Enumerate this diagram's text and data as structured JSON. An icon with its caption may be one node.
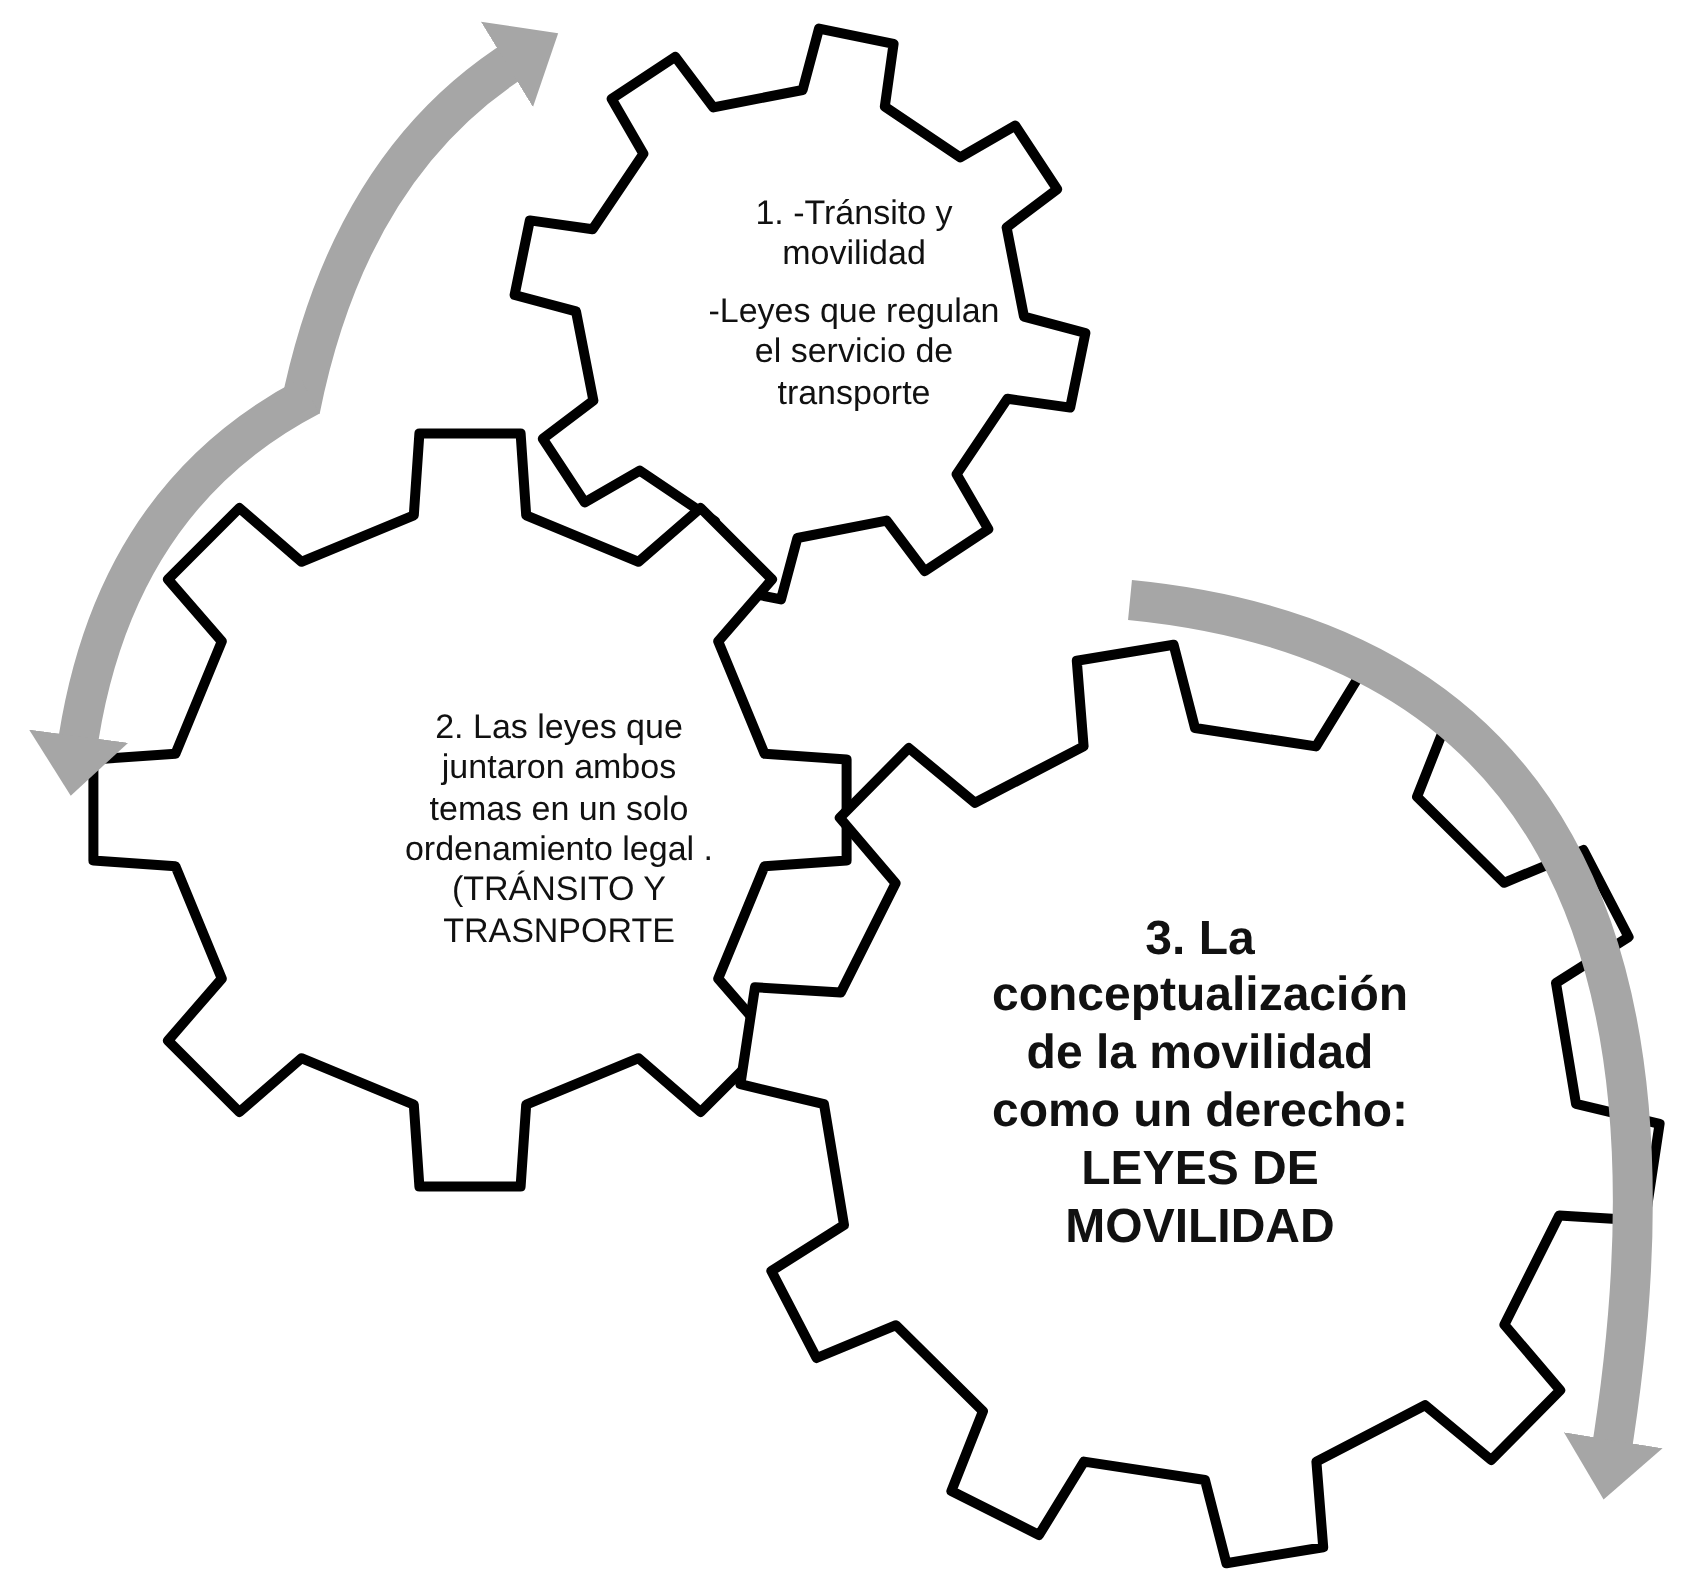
{
  "diagram": {
    "nodes": [
      {
        "text": [
          "1. -Tránsito y movilidad",
          "-Leyes que regulan el servicio de transporte"
        ]
      },
      {
        "text": [
          "2. Las leyes que juntaron ambos temas en un solo ordenamiento legal . (TRÁNSITO Y TRASNPORTE"
        ]
      },
      {
        "text": [
          "3. La conceptualización de la movilidad como un derecho: LEYES DE MOVILIDAD"
        ]
      }
    ],
    "edges": [
      {
        "from": null,
        "to": 0,
        "arrow": "to"
      },
      {
        "from": null,
        "to": 1,
        "arrow": "to"
      },
      {
        "from": null,
        "to": 2,
        "arrow": "to"
      }
    ]
  }
}
